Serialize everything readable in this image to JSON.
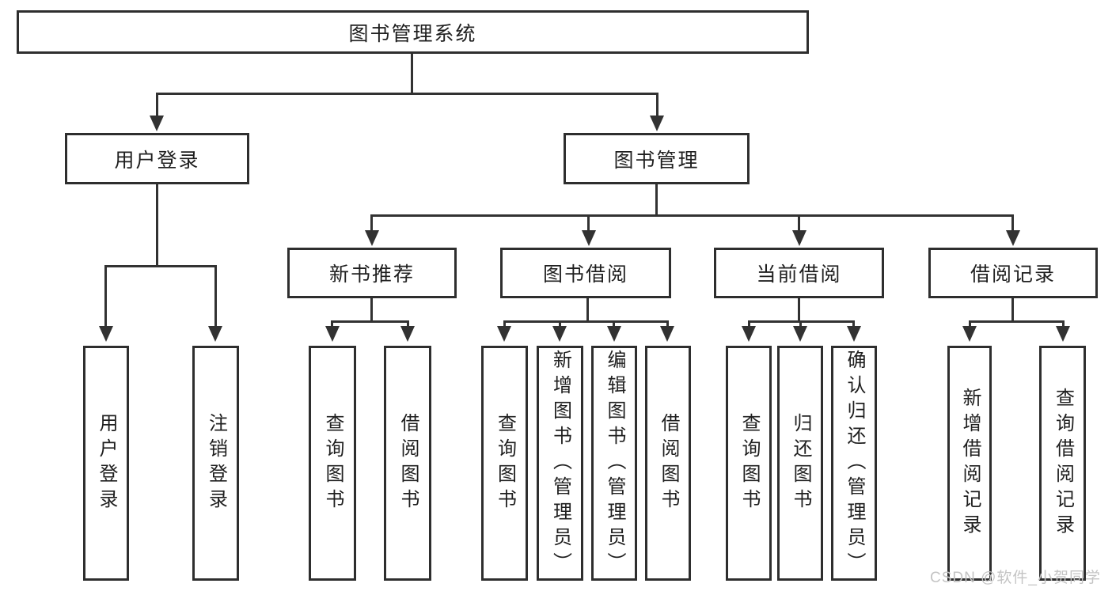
{
  "diagram": {
    "title": "图书管理系统",
    "branches": [
      {
        "label": "用户登录",
        "children": [
          {
            "label": "用户登录"
          },
          {
            "label": "注销登录"
          }
        ]
      },
      {
        "label": "图书管理",
        "children": [
          {
            "label": "新书推荐",
            "children": [
              {
                "label": "查询图书"
              },
              {
                "label": "借阅图书"
              }
            ]
          },
          {
            "label": "图书借阅",
            "children": [
              {
                "label": "查询图书"
              },
              {
                "label": "新增图书（管理员）"
              },
              {
                "label": "编辑图书（管理员）"
              },
              {
                "label": "借阅图书"
              }
            ]
          },
          {
            "label": "当前借阅",
            "children": [
              {
                "label": "查询图书"
              },
              {
                "label": "归还图书"
              },
              {
                "label": "确认归还（管理员）"
              }
            ]
          },
          {
            "label": "借阅记录",
            "children": [
              {
                "label": "新增借阅记录"
              },
              {
                "label": "查询借阅记录"
              }
            ]
          }
        ]
      }
    ]
  },
  "watermark": {
    "text": "CSDN @软件_小贺同学"
  },
  "colors": {
    "line": "#323232",
    "text": "#1f1f1f",
    "background": "#ffffff",
    "watermark": "#c4c4c4"
  }
}
